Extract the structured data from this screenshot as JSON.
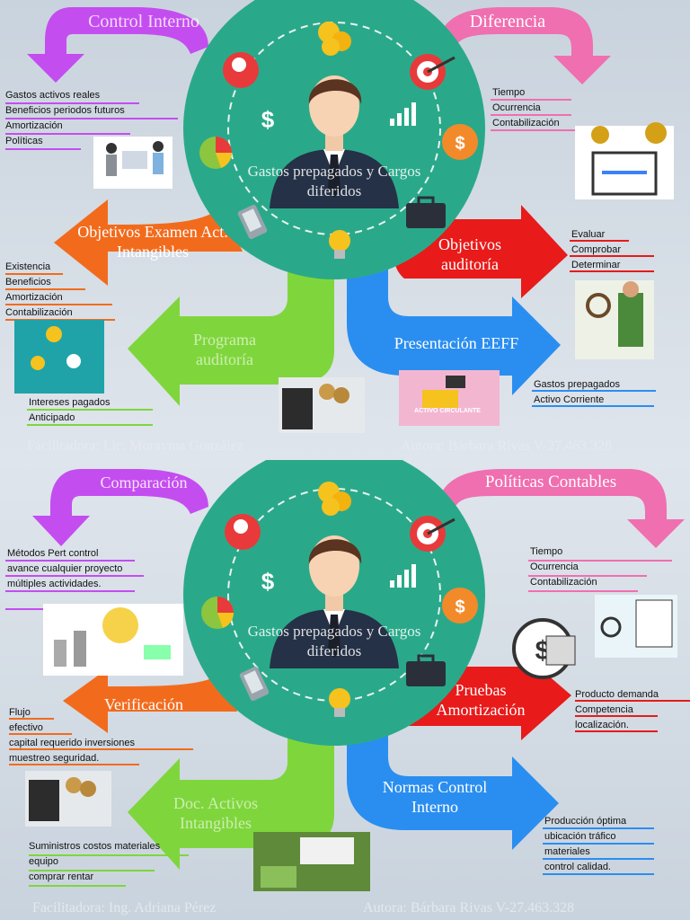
{
  "colors": {
    "purple": "#c44df0",
    "pink": "#f06fb0",
    "orange": "#f26b1d",
    "red": "#e81a1a",
    "green": "#7fd63c",
    "blue": "#2a8ef0",
    "teal": "#2fae8e"
  },
  "top": {
    "center_title": "Gastos prepagados y Cargos diferidos",
    "arrow_top_left": "Control Interno",
    "arrow_top_right": "Diferencia",
    "arrow_left": "Objetivos Examen Act.  Intangibles",
    "arrow_right": "Objetivos auditoría",
    "arrow_bottom_left": "Programa auditoría",
    "arrow_bottom_right": "Presentación EEFF",
    "notes_top_left": [
      "Gastos activos reales",
      "Beneficios  periodos futuros",
      "Amortización",
      "Políticas"
    ],
    "notes_top_right": [
      "Tiempo",
      "Ocurrencia",
      "Contabilización"
    ],
    "notes_left": [
      "Existencia",
      "Beneficios",
      "Amortización",
      "Contabilización"
    ],
    "notes_right": [
      "Evaluar",
      "Comprobar",
      "Determinar"
    ],
    "notes_bottom_left": [
      "Intereses  pagados",
      "Anticipado"
    ],
    "notes_bottom_right": [
      "Gastos prepagados",
      "Activo Corriente"
    ],
    "badge_text": "ACTIVO CIRCULANTE",
    "footer_left": "Facilitadora: Lic. Morayma González",
    "footer_right": "Autora: Bárbara Rivas V-27.463.328"
  },
  "bottom": {
    "center_title": "Gastos prepagados y Cargos diferidos",
    "arrow_top_left": "Comparación",
    "arrow_top_right": "Políticas Contables",
    "arrow_left": "Verificación",
    "arrow_right": "Pruebas Amortización",
    "arrow_bottom_left": "Doc. Activos Intangibles",
    "arrow_bottom_right": "Normas Control Interno",
    "notes_top_left": [
      "Métodos Pert control",
      "avance cualquier proyecto",
      "múltiples actividades."
    ],
    "notes_top_right": [
      "Tiempo",
      "Ocurrencia",
      "Contabilización"
    ],
    "notes_left": [
      "Flujo",
      "efectivo",
      "capital requerido inversiones",
      "muestreo seguridad."
    ],
    "notes_right": [
      "Producto demanda",
      "Competencia",
      "localización."
    ],
    "notes_bottom_left": [
      "Suministros costos materiales",
      "equipo",
      "comprar rentar"
    ],
    "notes_bottom_right": [
      "Producción óptima",
      "ubicación  tráfico",
      "materiales",
      "control calidad."
    ],
    "footer_left": "Facilitadora: Ing. Adriana Pérez",
    "footer_right": "Autora: Bárbara Rivas V-27.463.328"
  },
  "icons": [
    "gear-head-icon",
    "coins-icon",
    "target-icon",
    "dollar-icon",
    "bar-chart-icon",
    "pie-chart-icon",
    "dollar-bubble-icon",
    "phone-icon",
    "briefcase-icon",
    "lightbulb-icon",
    "businessman-icon"
  ]
}
